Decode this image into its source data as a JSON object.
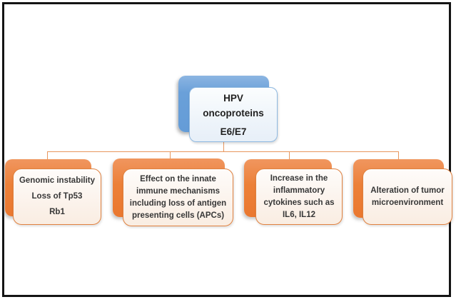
{
  "figure": {
    "root_box": {
      "lines": [
        "HPV",
        "oncoproteins",
        "E6/E7"
      ]
    },
    "child_boxes": [
      {
        "lines": [
          "Genomic instability",
          "Loss of Tp53",
          "Rb1"
        ]
      },
      {
        "lines": [
          "Effect on the innate",
          "immune mechanisms",
          "including loss of antigen",
          "presenting cells (APCs)"
        ]
      },
      {
        "lines": [
          "Increase in the",
          "inflammatory",
          "cytokines such as",
          "IL6, IL12"
        ]
      },
      {
        "lines": [
          "Alteration of tumor",
          "microenvironment"
        ]
      }
    ],
    "colors": {
      "root_back": "#6ba1da",
      "root_front_border": "#8fb9e1",
      "child_back": "#ed7d31",
      "child_front_border": "#e0813f",
      "connector": "#e8975e",
      "frame": "#141414"
    }
  }
}
